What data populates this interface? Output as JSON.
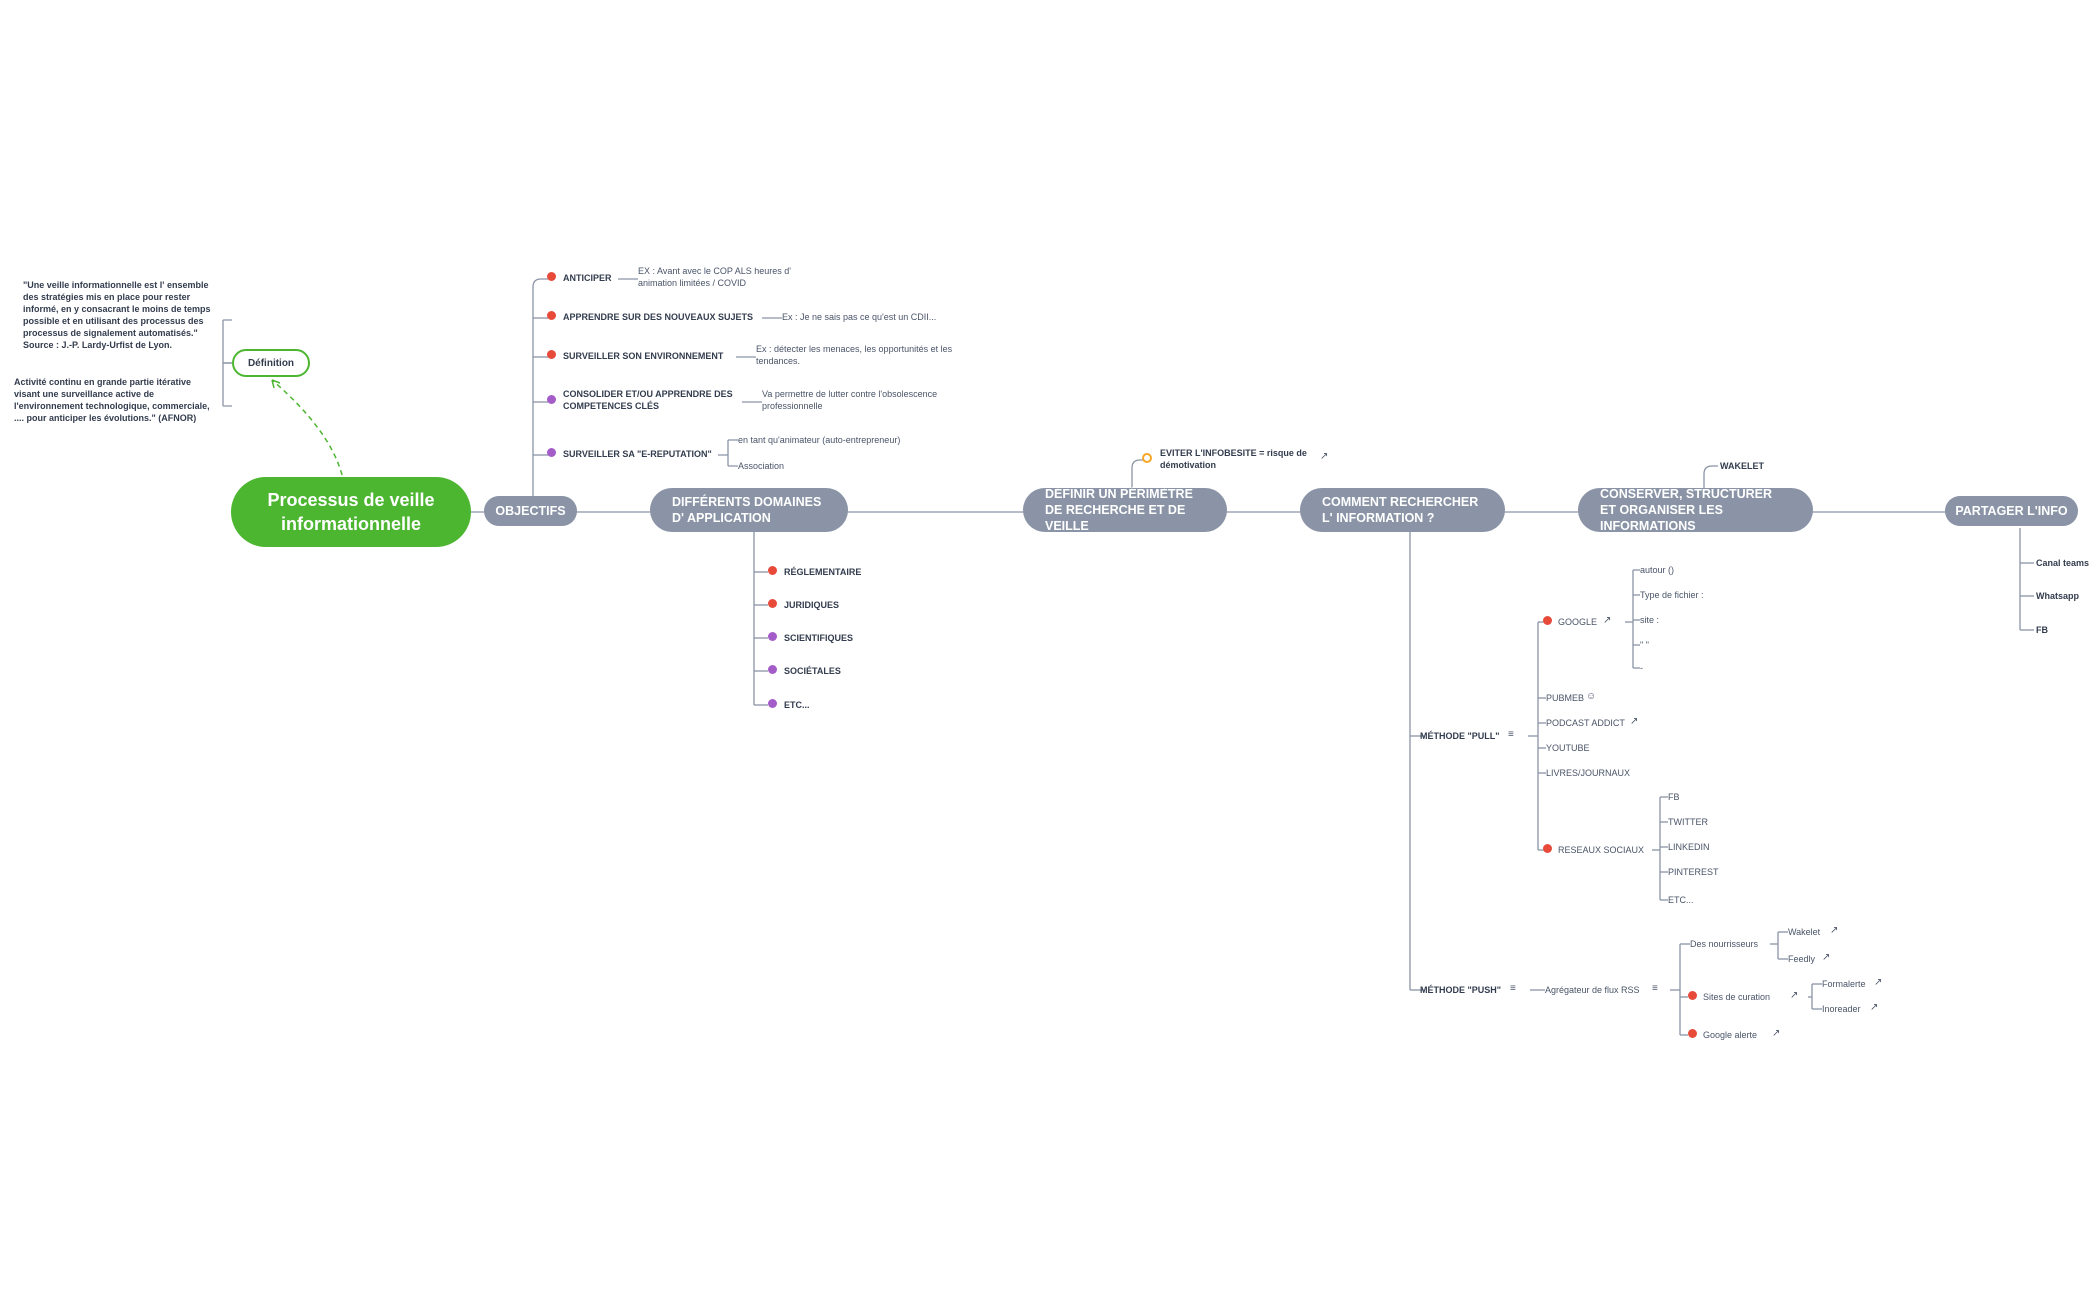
{
  "root": {
    "title": "Processus de veille informationnelle"
  },
  "definition": {
    "label": "Définition",
    "quote": "\"Une veille informationnelle est l' ensemble des stratégies mis en place pour rester informé, en y consacrant le moins de temps possible et en utilisant des processus des processus de signalement automatisés.\" Source : J.-P. Lardy-Urfist de Lyon.",
    "afnor": "Activité continu en grande partie itérative visant une surveillance active de l'environnement technologique, commerciale, .... pour anticiper les évolutions.\" (AFNOR)"
  },
  "objectifs": {
    "label": "OBJECTIFS",
    "items": [
      {
        "label": "ANTICIPER",
        "note": "EX : Avant avec le COP ALS heures d' animation limitées / COVID"
      },
      {
        "label": "APPRENDRE SUR DES NOUVEAUX SUJETS",
        "note": "Ex : Je ne sais pas ce qu'est un CDII..."
      },
      {
        "label": "SURVEILLER SON ENVIRONNEMENT",
        "note": "Ex : détecter les menaces, les opportunités et les tendances."
      },
      {
        "label": "CONSOLIDER ET/OU APPRENDRE DES COMPETENCES CLÉS",
        "note": "Va permettre de lutter contre l'obsolescence professionnelle"
      },
      {
        "label": "SURVEILLER SA \"E-REPUTATION\"",
        "notes": [
          "en tant qu'animateur (auto-entrepreneur)",
          "Association"
        ]
      }
    ]
  },
  "domaines": {
    "label": "DIFFÉRENTS DOMAINES D' APPLICATION",
    "items": [
      "RÉGLEMENTAIRE",
      "JURIDIQUES",
      "SCIENTIFIQUES",
      "SOCIÉTALES",
      "ETC..."
    ]
  },
  "perimetre": {
    "label": "DÉFINIR UN PÉRIMÈTRE DE RECHERCHE ET DE VEILLE",
    "note": "EVITER L'INFOBESITE = risque de démotivation"
  },
  "rechercher": {
    "label": "COMMENT RECHERCHER L' INFORMATION ?",
    "pull": {
      "label": "MÉTHODE \"PULL\"",
      "google": {
        "label": "GOOGLE",
        "items": [
          "autour ()",
          "Type de fichier :",
          "site :",
          "\" \"",
          "-"
        ]
      },
      "items": [
        "PUBMEB",
        "PODCAST ADDICT",
        "YOUTUBE",
        "LIVRES/JOURNAUX"
      ],
      "reseaux": {
        "label": "RESEAUX SOCIAUX",
        "items": [
          "FB",
          "TWITTER",
          "LINKEDIN",
          "PINTEREST",
          "ETC..."
        ]
      }
    },
    "push": {
      "label": "MÉTHODE \"PUSH\"",
      "agregateur": "Agrégateur de flux RSS",
      "nourrisseurs": {
        "label": "Des nourrisseurs",
        "items": [
          "Wakelet",
          "Feedly"
        ]
      },
      "curation": {
        "label": "Sites de curation",
        "items": [
          "Formalerte",
          "Inoreader"
        ]
      },
      "alerte": "Google alerte"
    }
  },
  "conserver": {
    "label": "CONSERVER, STRUCTURER ET ORGANISER LES INFORMATIONS",
    "item": "WAKELET"
  },
  "partager": {
    "label": "PARTAGER L'INFO",
    "items": [
      "Canal teams",
      "Whatsapp",
      "FB"
    ]
  },
  "colors": {
    "root": "#4cb630",
    "main": "#8a94a6",
    "line": "#8a94a6",
    "red_marker": "#e84a3a",
    "purple_marker": "#a45cc9",
    "orange_marker": "#f5a623"
  }
}
